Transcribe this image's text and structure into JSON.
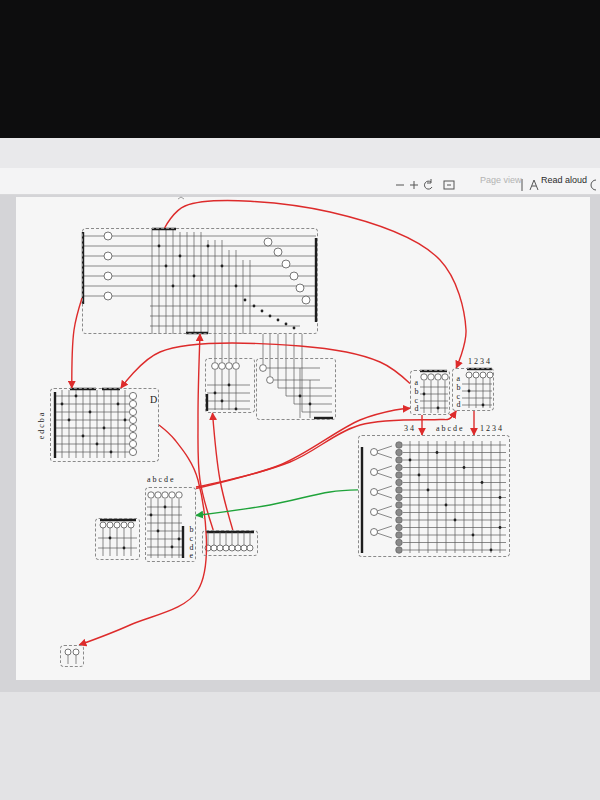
{
  "diagram": {
    "nodes": [
      {
        "text": []
      },
      {
        "text": []
      },
      {
        "text": []
      },
      {
        "text": [
          "a b c d"
        ]
      },
      {
        "text": [
          "1 2 3 4",
          "a b c d"
        ]
      },
      {
        "text": [
          "e d c b a",
          "D"
        ]
      },
      {
        "text": [
          "3 4",
          "a b c d e",
          "1 2 3 4"
        ]
      },
      {
        "text": [
          "a b c d e",
          "b c d e"
        ]
      },
      {
        "text": []
      },
      {
        "text": []
      },
      {
        "text": []
      }
    ],
    "edges": [
      {
        "from": 0,
        "to": 4,
        "arrow": "to"
      },
      {
        "from": 0,
        "to": 5,
        "arrow": "to"
      },
      {
        "from": 3,
        "to": 5,
        "arrow": "to"
      },
      {
        "from": 5,
        "to": 10,
        "arrow": "to"
      },
      {
        "from": 9,
        "to": 0,
        "arrow": "to"
      },
      {
        "from": 9,
        "to": 1,
        "arrow": "to"
      },
      {
        "from": 7,
        "to": 3,
        "arrow": "to"
      },
      {
        "from": 7,
        "to": 4,
        "arrow": "to"
      },
      {
        "from": 6,
        "to": 7,
        "arrow": "to"
      },
      {
        "from": 3,
        "to": 6,
        "arrow": "to"
      },
      {
        "from": 4,
        "to": 6,
        "arrow": "to"
      }
    ],
    "labels": [
      "Page view",
      "Read aloud"
    ]
  }
}
